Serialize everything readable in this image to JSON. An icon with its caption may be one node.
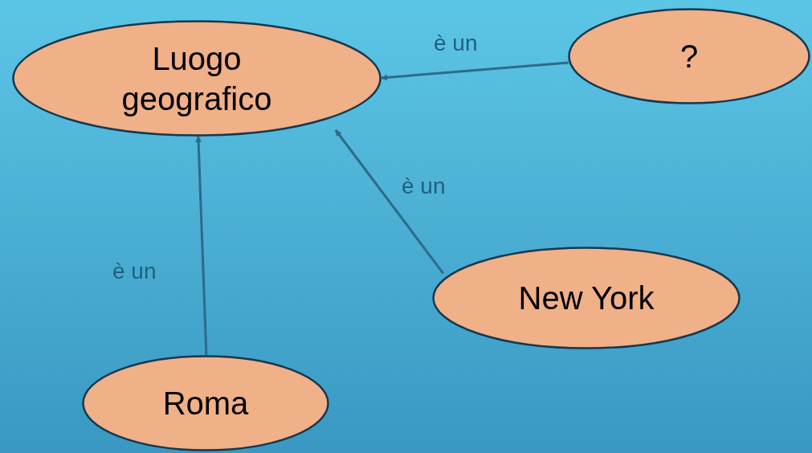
{
  "diagram": {
    "nodes": [
      {
        "text": [
          "Luogo geografico"
        ]
      },
      {
        "text": [
          "?"
        ]
      },
      {
        "text": [
          "New York"
        ]
      },
      {
        "text": [
          "Roma"
        ]
      }
    ],
    "edges": [
      {
        "from": 1,
        "to": 0,
        "arrow": "to",
        "label": "è un"
      },
      {
        "from": 2,
        "to": 0,
        "arrow": "to",
        "label": "è un"
      },
      {
        "from": 3,
        "to": 0,
        "arrow": "to",
        "label": "è un"
      }
    ]
  }
}
